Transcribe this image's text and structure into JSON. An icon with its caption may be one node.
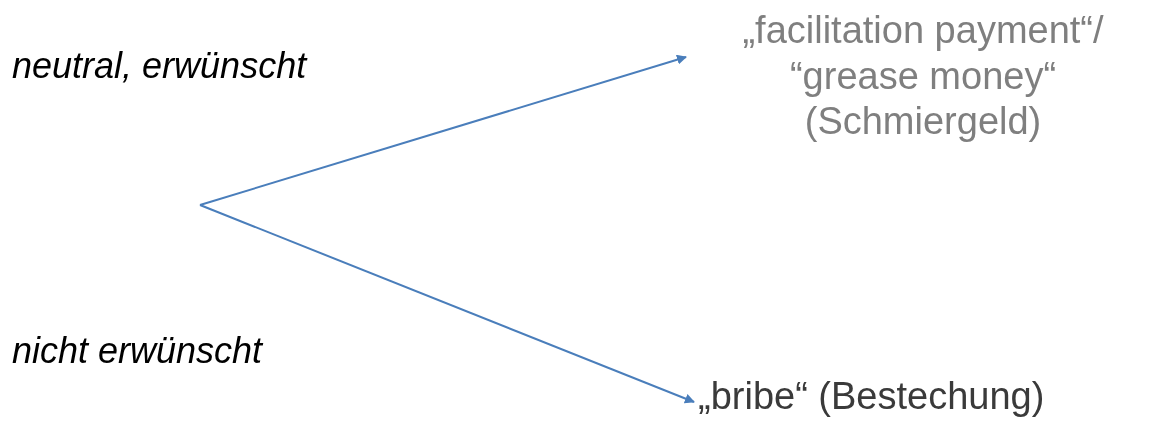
{
  "diagram": {
    "nodes": [
      {
        "text": [
          "„facilitation payment“/ “grease money“ (Schmiergeld)"
        ]
      },
      {
        "text": [
          "„bribe“ (Bestechung)"
        ]
      }
    ],
    "edges": [
      {
        "from": null,
        "to": 0,
        "arrow": "to"
      },
      {
        "from": null,
        "to": 1,
        "arrow": "to"
      }
    ],
    "labels": [
      "neutral, erwünscht",
      "nicht erwünscht"
    ]
  }
}
